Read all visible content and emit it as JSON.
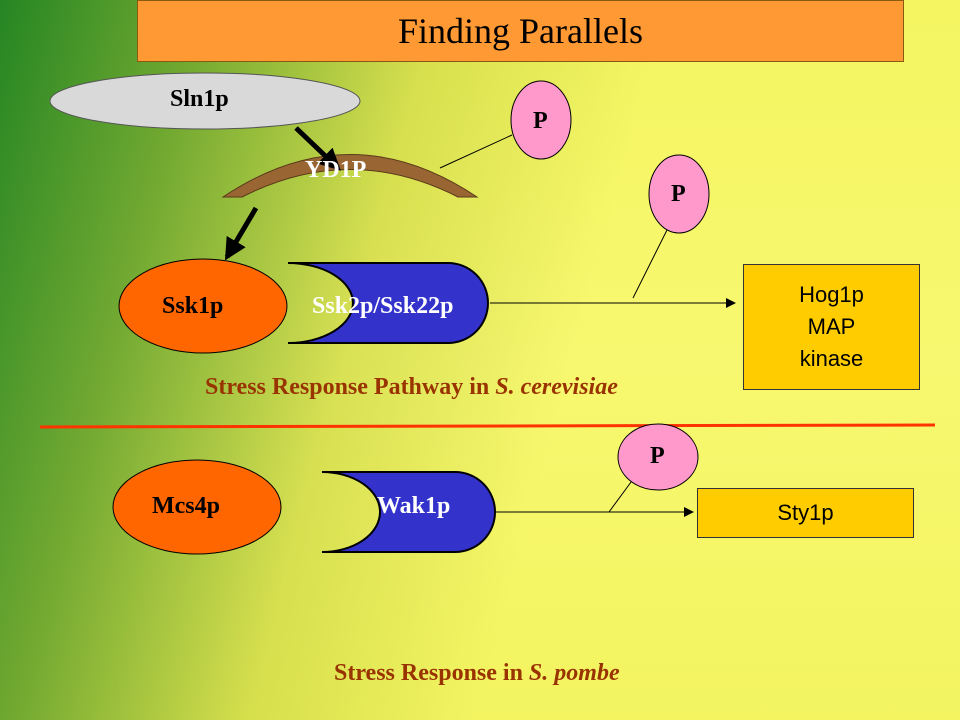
{
  "title": "Finding Parallels",
  "cerevisiae": {
    "sensor": "Sln1p",
    "relay": "YD1P",
    "regulator": "Ssk1p",
    "mapkkk": "Ssk2p/Ssk22p",
    "phospho_1": "P",
    "phospho_2": "P",
    "kinase_lines": [
      "Hog1p",
      "MAP",
      "kinase"
    ],
    "caption_prefix": "Stress Response Pathway in ",
    "caption_species": "S. cerevisiae"
  },
  "pombe": {
    "regulator": "Mcs4p",
    "mapkkk": "Wak1p",
    "phospho": "P",
    "kinase": "Sty1p",
    "caption_prefix": "Stress Response in ",
    "caption_species": "S. pombe"
  },
  "colors": {
    "title_bg": "#ff9933",
    "sensor_fill": "#d9d9d9",
    "relay_fill": "#996633",
    "regulator_fill": "#ff6600",
    "mapkkk_fill": "#3333cc",
    "phospho_fill": "#ff99cc",
    "kinase_fill": "#ffcc00",
    "divider": "#ff3300",
    "caption_text": "#993300"
  }
}
